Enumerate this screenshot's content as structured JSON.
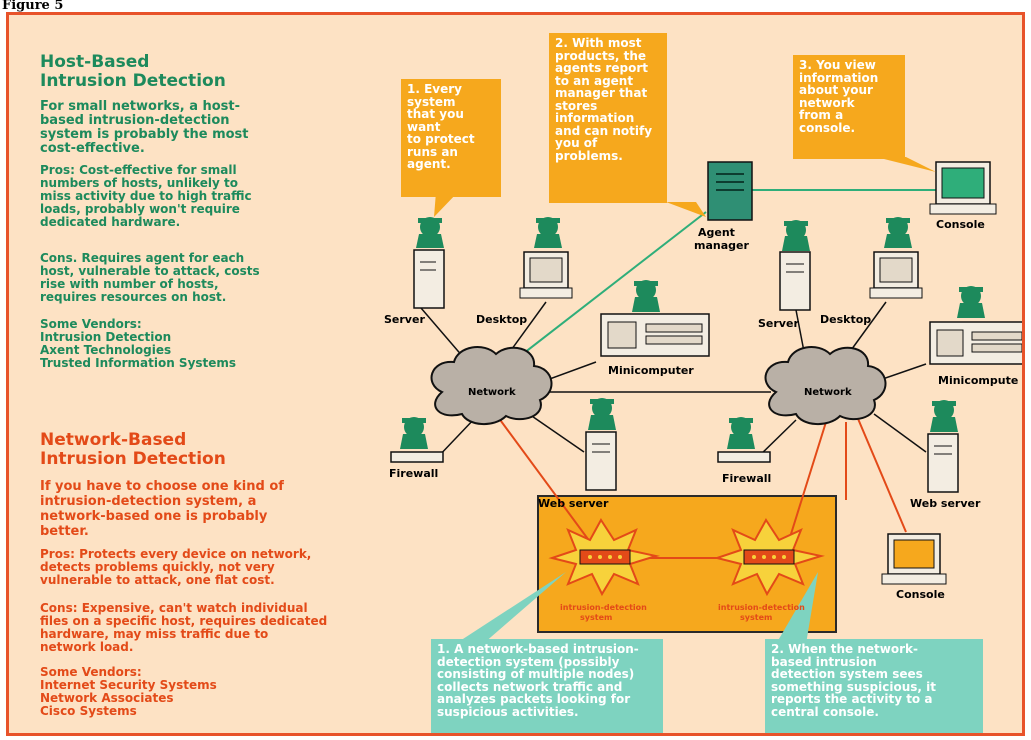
{
  "page_label": "Figure 5",
  "host_section": {
    "title_line1": "Host-Based",
    "title_line2": "Intrusion Detection",
    "intro": [
      "For small networks, a host-",
      "based intrusion-detection",
      "system is probably the most",
      "cost-effective."
    ],
    "pros": [
      "Pros: Cost-effective for small",
      "numbers of hosts, unlikely to",
      "miss activity due to high traffic",
      "loads, probably won't require",
      "dedicated hardware."
    ],
    "cons": [
      "Cons. Requires agent for each",
      "host, vulnerable to attack, costs",
      "rise with number of hosts,",
      "requires resources on host."
    ],
    "vendors": [
      "Some Vendors:",
      "Intrusion Detection",
      "Axent Technologies",
      "Trusted Information Systems"
    ]
  },
  "network_section": {
    "title_line1": "Network-Based",
    "title_line2": "Intrusion Detection",
    "intro": [
      "If you have to choose one kind of",
      "intrusion-detection system, a",
      "network-based one is probably",
      "better."
    ],
    "pros": [
      "Pros: Protects every device on network,",
      "detects problems quickly, not very",
      "vulnerable to attack, one flat cost."
    ],
    "cons": [
      "Cons: Expensive, can't watch individual",
      "files on a specific host, requires dedicated",
      "hardware, may miss traffic due to",
      "network load."
    ],
    "vendors": [
      "Some Vendors:",
      "Internet Security Systems",
      "Network Associates",
      "Cisco Systems"
    ]
  },
  "callouts": {
    "host_1": [
      "1. Every",
      "system",
      "that you want",
      "to protect",
      "runs an",
      "agent."
    ],
    "host_2": [
      "2. With most",
      "products, the",
      "agents report",
      "to an agent",
      "manager that",
      "stores",
      "information",
      "and can notify",
      "you of",
      "problems."
    ],
    "host_3": [
      "3. You view",
      "information",
      "about your",
      "network",
      "from a",
      "console."
    ],
    "net_1": [
      "1. A network-based intrusion-",
      "detection system (possibly",
      "consisting of multiple nodes)",
      "collects network traffic and",
      "analyzes packets looking for",
      "suspicious activities."
    ],
    "net_2": [
      "2. When the network-",
      "based intrusion",
      "detection system sees",
      "something suspicious, it",
      "reports the activity to a",
      "central console."
    ]
  },
  "diagram_labels": {
    "server_left": "Server",
    "desktop_left": "Desktop",
    "minicomputer_left": "Minicomputer",
    "network_left": "Network",
    "firewall_left": "Firewall",
    "webserver_left": "Web server",
    "agent_manager": [
      "Agent",
      "manager"
    ],
    "console_top": "Console",
    "server_right": "Server",
    "desktop_right": "Desktop",
    "minicomputer_right": "Minicompute",
    "network_right": "Network",
    "firewall_right": "Firewall",
    "webserver_right": "Web server",
    "console_bottom": "Console",
    "ids_left": [
      "intrusion-detection",
      "system"
    ],
    "ids_right": [
      "intrusion-detection",
      "system"
    ]
  },
  "colors": {
    "background": "#fde2c4",
    "border": "#e8532a",
    "host_green": "#1d8a5c",
    "network_red": "#e34a18",
    "callout_orange": "#f6a81d",
    "callout_teal": "#7ed3c0",
    "agent_link": "#2fae7a",
    "alert_link": "#e34a18"
  },
  "icons": [
    "agent-figure-icon",
    "server-icon",
    "desktop-icon",
    "minicomputer-icon",
    "network-cloud-icon",
    "firewall-icon",
    "agent-manager-icon",
    "console-icon",
    "ids-burst-icon"
  ]
}
